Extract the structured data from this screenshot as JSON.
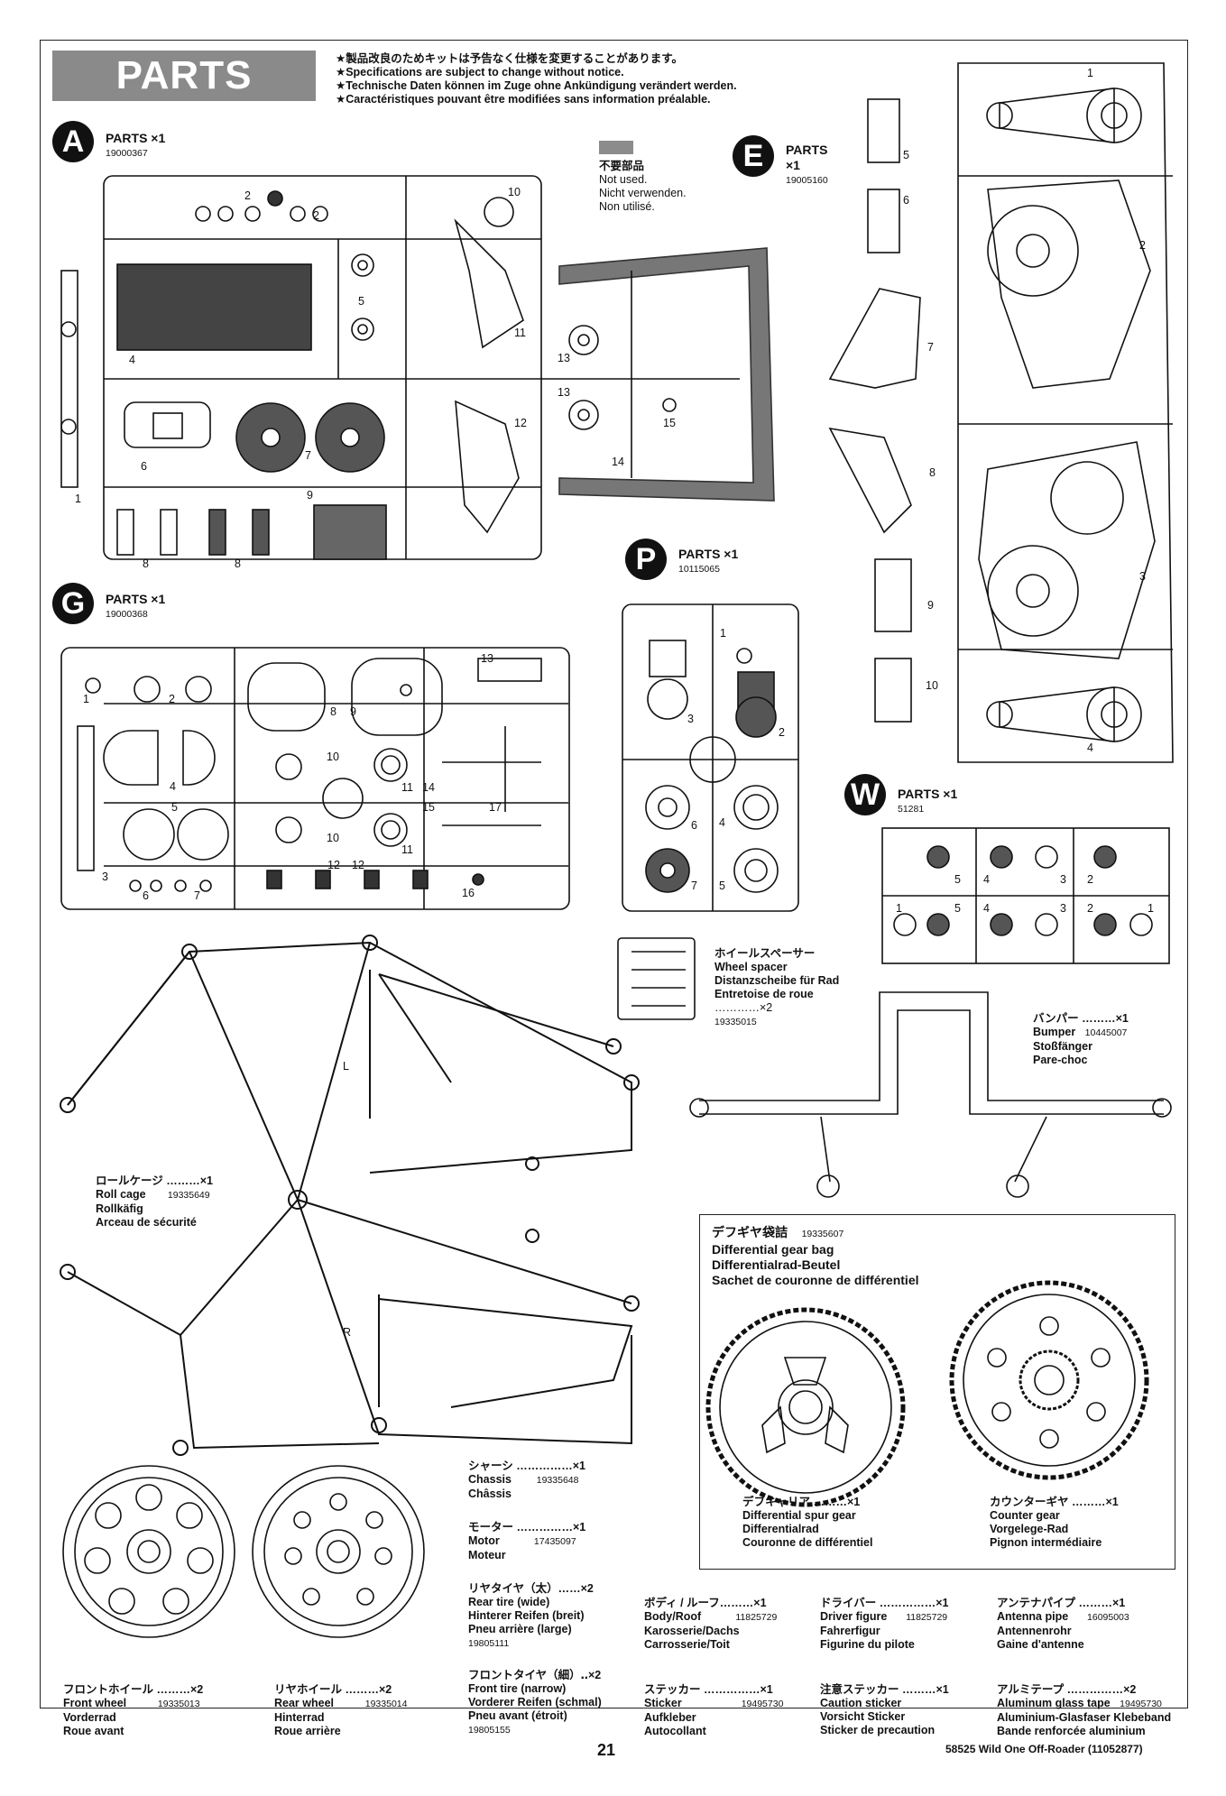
{
  "header": {
    "title": "PARTS",
    "notes": [
      "★製品改良のためキットは予告なく仕様を変更することがあります。",
      "★Specifications are subject to change without notice.",
      "★Technische Daten können im Zuge ohne Ankündigung verändert werden.",
      "★Caractéristiques pouvant être modifiées sans information préalable."
    ]
  },
  "not_used": {
    "jp": "不要部品",
    "en": "Not used.",
    "de": "Nicht verwenden.",
    "fr": "Non utilisé."
  },
  "parts_trees": [
    {
      "letter": "A",
      "title": "PARTS ×1",
      "code": "19000367"
    },
    {
      "letter": "E",
      "title": "PARTS",
      "qty": "×1",
      "code": "19005160"
    },
    {
      "letter": "P",
      "title": "PARTS ×1",
      "code": "10115065"
    },
    {
      "letter": "G",
      "title": "PARTS ×1",
      "code": "19000368"
    },
    {
      "letter": "W",
      "title": "PARTS ×1",
      "code": "51281"
    }
  ],
  "tree_numbers": {
    "A": [
      "1",
      "2",
      "2",
      "4",
      "5",
      "6",
      "7",
      "8",
      "8",
      "9",
      "10",
      "11",
      "12",
      "13",
      "13",
      "14",
      "15"
    ],
    "E": [
      "1",
      "2",
      "3",
      "4",
      "5",
      "6",
      "7",
      "8",
      "9",
      "10"
    ],
    "P": [
      "1",
      "2",
      "3",
      "4",
      "5",
      "6",
      "7"
    ],
    "G": [
      "1",
      "2",
      "3",
      "4",
      "5",
      "6",
      "7",
      "8",
      "9",
      "10",
      "10",
      "11",
      "11",
      "12",
      "12",
      "13",
      "14",
      "15",
      "16",
      "17"
    ],
    "W": [
      "1",
      "2",
      "3",
      "4",
      "5",
      "1",
      "2",
      "3",
      "4",
      "5"
    ],
    "roll_cage_marks": [
      "L",
      "R"
    ]
  },
  "items": {
    "wheel_spacer": {
      "jp": "ホイールスペーサー",
      "en": "Wheel spacer",
      "de": "Distanzscheibe für Rad",
      "fr": "Entretoise de roue",
      "qty": "…………×2",
      "code": "19335015"
    },
    "bumper": {
      "jp": "バンパー ………×1",
      "en": "Bumper",
      "code": "10445007",
      "de": "Stoßfänger",
      "fr": "Pare-choc"
    },
    "roll_cage": {
      "jp": "ロールケージ ………×1",
      "en": "Roll cage",
      "code": "19335649",
      "de": "Rollkäfig",
      "fr": "Arceau de sécurité"
    },
    "diff_bag": {
      "jp": "デフギヤ袋詰",
      "code": "19335607",
      "en": "Differential gear bag",
      "de": "Differentialrad-Beutel",
      "fr": "Sachet de couronne de différentiel"
    },
    "diff_carrier": {
      "jp": "デフキャリア ………×1",
      "en": "Differential spur gear",
      "de": "Differentialrad",
      "fr": "Couronne de différentiel"
    },
    "counter_gear": {
      "jp": "カウンターギヤ ………×1",
      "en": "Counter gear",
      "de": "Vorgelege-Rad",
      "fr": "Pignon intermédiaire"
    },
    "chassis": {
      "jp": "シャーシ ……………×1",
      "en": "Chassis",
      "code": "19335648",
      "fr": "Châssis"
    },
    "motor": {
      "jp": "モーター ……………×1",
      "en": "Motor",
      "code": "17435097",
      "fr": "Moteur"
    },
    "rear_tire": {
      "jp": "リヤタイヤ（太）……×2",
      "en": "Rear tire (wide)",
      "de": "Hinterer Reifen (breit)",
      "fr": "Pneu arrière (large)",
      "code": "19805111"
    },
    "front_tire": {
      "jp": "フロントタイヤ（細）‥×2",
      "en": "Front tire (narrow)",
      "de": "Vorderer Reifen (schmal)",
      "fr": "Pneu avant (étroit)",
      "code": "19805155"
    },
    "front_wheel": {
      "jp": "フロントホイール ………×2",
      "en": "Front wheel",
      "code": "19335013",
      "de": "Vorderrad",
      "fr": "Roue avant"
    },
    "rear_wheel": {
      "jp": "リヤホイール ………×2",
      "en": "Rear wheel",
      "code": "19335014",
      "de": "Hinterrad",
      "fr": "Roue arrière"
    },
    "body_roof": {
      "jp": "ボディ / ルーフ………×1",
      "en": "Body/Roof",
      "code": "11825729",
      "de": "Karosserie/Dachs",
      "fr": "Carrosserie/Toit"
    },
    "sticker": {
      "jp": "ステッカー ……………×1",
      "en": "Sticker",
      "code": "19495730",
      "de": "Aufkleber",
      "fr": "Autocollant"
    },
    "driver": {
      "jp": "ドライバー ……………×1",
      "en": "Driver figure",
      "code": "11825729",
      "de": "Fahrerfigur",
      "fr": "Figurine du pilote"
    },
    "caution_sticker": {
      "jp": "注意ステッカー ………×1",
      "en": "Caution sticker",
      "de": "Vorsicht Sticker",
      "fr": "Sticker de precaution"
    },
    "antenna": {
      "jp": "アンテナパイプ ………×1",
      "en": "Antenna pipe",
      "code": "16095003",
      "de": "Antennenrohr",
      "fr": "Gaine d'antenne"
    },
    "glass_tape": {
      "jp": "アルミテープ ……………×2",
      "en": "Aluminum glass tape",
      "code": "19495730",
      "de": "Aluminium-Glasfaser Klebeband",
      "fr": "Bande renforcée aluminium"
    }
  },
  "footer": {
    "page": "21",
    "model": "58525 Wild One Off-Roader (11052877)"
  },
  "colors": {
    "banner": "#8a8a8a",
    "not_used_part": "#777777",
    "ink": "#111111"
  }
}
